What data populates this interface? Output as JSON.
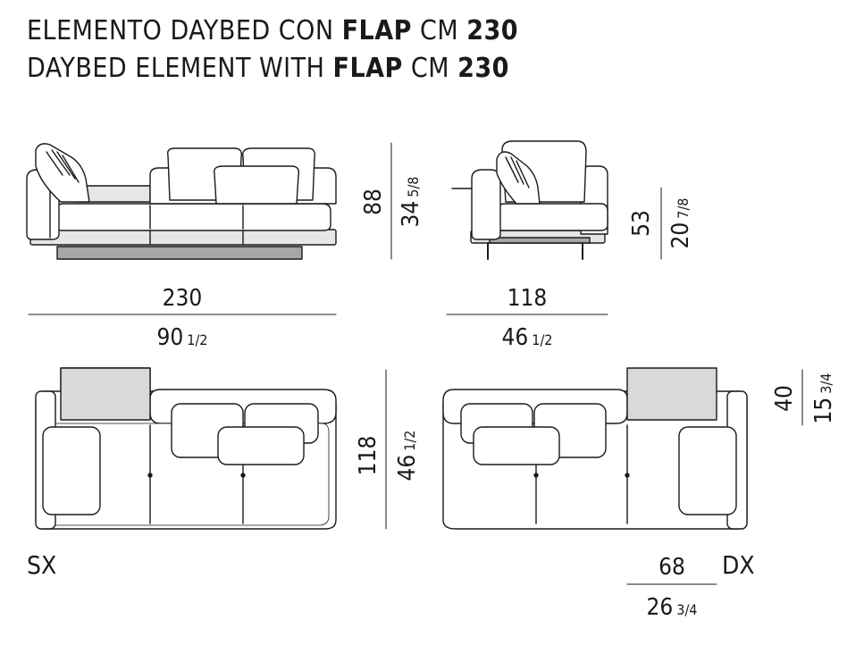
{
  "title_it": {
    "pre": "ELEMENTO DAYBED CON ",
    "bold1": "FLAP",
    "mid": " CM ",
    "bold2": "230"
  },
  "title_en": {
    "pre": "DAYBED ELEMENT WITH ",
    "bold1": "FLAP",
    "mid": " CM ",
    "bold2": "230"
  },
  "dimensions": {
    "front_height_cm": "88",
    "front_height_in": "34",
    "front_height_in_frac": "5/8",
    "front_width_cm": "230",
    "front_width_in": "90",
    "front_width_in_frac": "1/2",
    "side_width_cm": "118",
    "side_width_in": "46",
    "side_width_in_frac": "1/2",
    "seat_height_cm": "53",
    "seat_height_in": "20",
    "seat_height_in_frac": "7/8",
    "plan_depth_cm": "118",
    "plan_depth_in": "46",
    "plan_depth_in_frac": "1/2",
    "flap_height_cm": "40",
    "flap_height_in": "15",
    "flap_height_in_frac": "3/4",
    "flap_width_cm": "68",
    "flap_width_in": "26",
    "flap_width_in_frac": "3/4"
  },
  "labels": {
    "left": "SX",
    "right": "DX"
  },
  "colors": {
    "line": "#1a1a1a",
    "flap_fill": "#d9d9d9",
    "base_fill": "#a6a6a6",
    "cushion_shadow": "#cfcfcf"
  }
}
